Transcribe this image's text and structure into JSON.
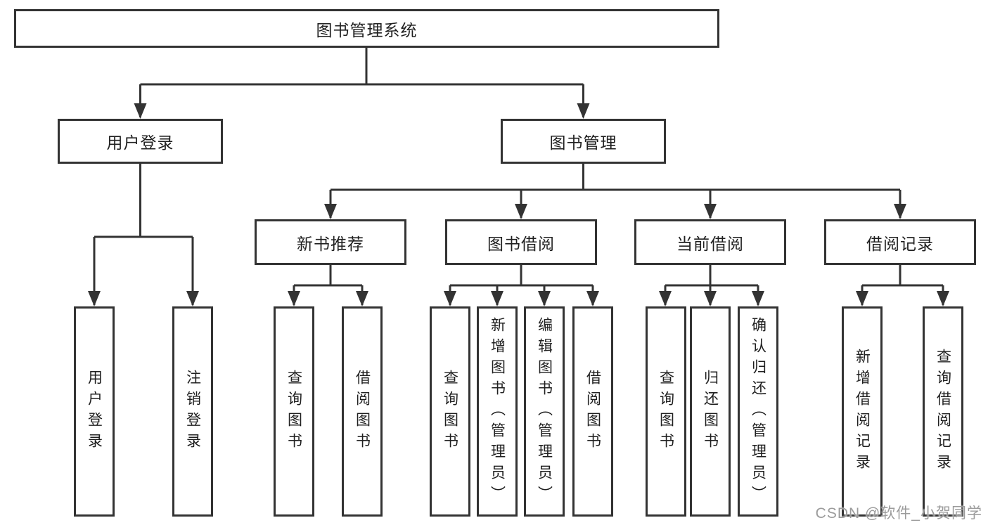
{
  "diagram_type": "hierarchy-tree",
  "tree": {
    "label": "图书管理系统",
    "children": [
      {
        "label": "用户登录",
        "children": [
          {
            "label": "用户登录"
          },
          {
            "label": "注销登录"
          }
        ]
      },
      {
        "label": "图书管理",
        "children": [
          {
            "label": "新书推荐",
            "children": [
              {
                "label": "查询图书"
              },
              {
                "label": "借阅图书"
              }
            ]
          },
          {
            "label": "图书借阅",
            "children": [
              {
                "label": "查询图书"
              },
              {
                "label": "新增图书（管理员）"
              },
              {
                "label": "编辑图书（管理员）"
              },
              {
                "label": "借阅图书"
              }
            ]
          },
          {
            "label": "当前借阅",
            "children": [
              {
                "label": "查询图书"
              },
              {
                "label": "归还图书"
              },
              {
                "label": "确认归还（管理员）"
              }
            ]
          },
          {
            "label": "借阅记录",
            "children": [
              {
                "label": "新增借阅记录"
              },
              {
                "label": "查询借阅记录"
              }
            ]
          }
        ]
      }
    ]
  },
  "watermark": {
    "text": "CSDN @软件_小贺同学"
  },
  "colors": {
    "line": "#333333",
    "box_border": "#333333",
    "text": "#1f1f1f",
    "background": "#ffffff",
    "watermark": "#9b9b9b"
  }
}
